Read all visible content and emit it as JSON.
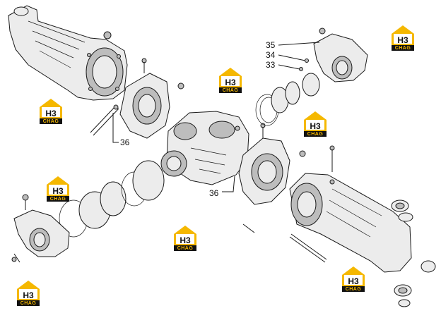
{
  "callouts": {
    "c35": "35",
    "c34": "34",
    "c33": "33",
    "c36_left": "36",
    "c36_center": "36"
  },
  "watermark": {
    "logo_text": "H3",
    "logo_sub": "CHAG",
    "accent": "#f5b800"
  }
}
